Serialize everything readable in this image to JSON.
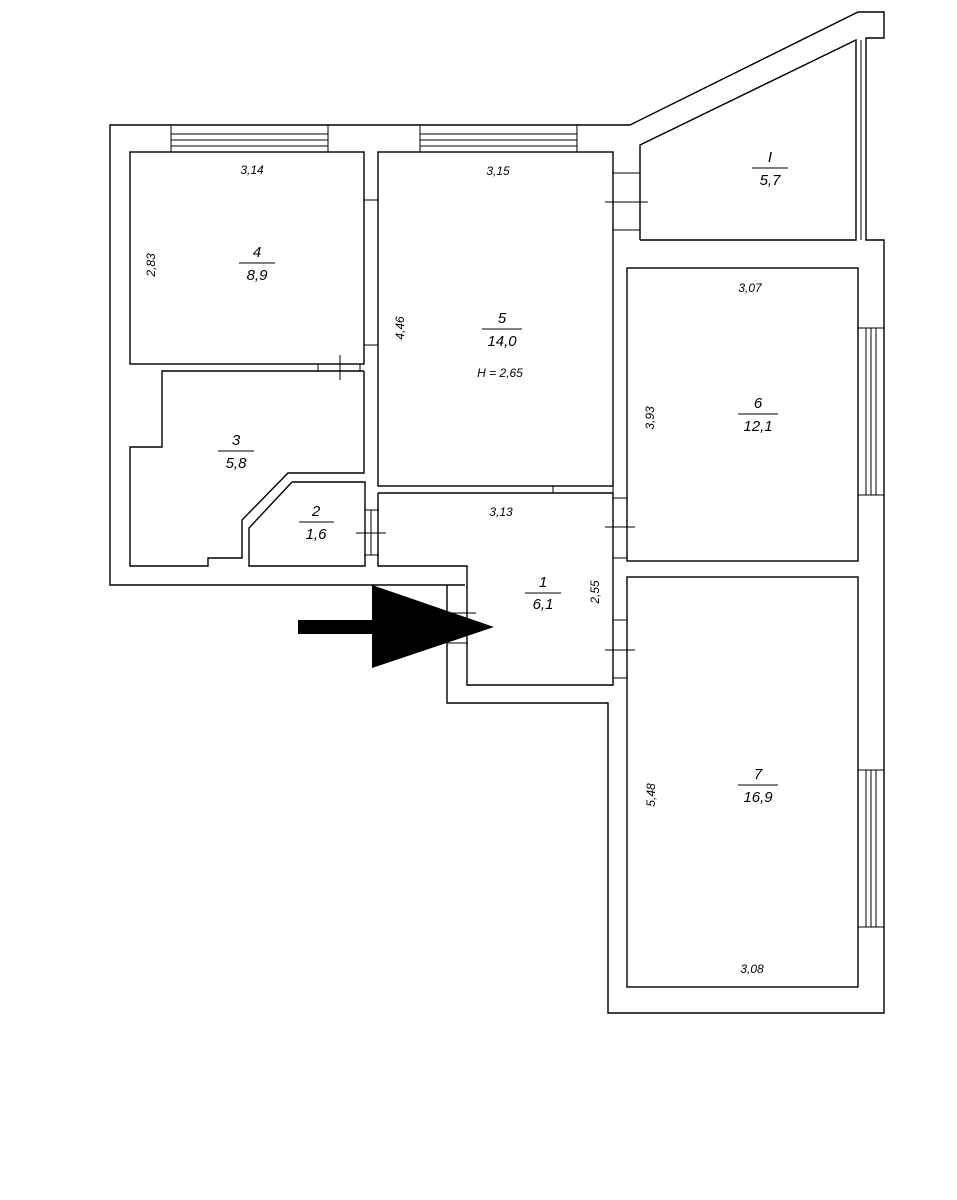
{
  "plan": {
    "rooms": [
      {
        "id": "balcony",
        "number": "I",
        "area": "5,7"
      },
      {
        "id": "hall",
        "number": "1",
        "area": "6,1",
        "dims": [
          "2,55"
        ]
      },
      {
        "id": "bathroom",
        "number": "2",
        "area": "1,6"
      },
      {
        "id": "corridor",
        "number": "3",
        "area": "5,8"
      },
      {
        "id": "bedroom-a",
        "number": "4",
        "area": "8,9",
        "dims": [
          "3,14",
          "2,83"
        ]
      },
      {
        "id": "living",
        "number": "5",
        "area": "14,0",
        "dims": [
          "3,15",
          "4,46",
          "3,13"
        ]
      },
      {
        "id": "bedroom-b",
        "number": "6",
        "area": "12,1",
        "dims": [
          "3,07",
          "3,93"
        ]
      },
      {
        "id": "kitchen",
        "number": "7",
        "area": "16,9",
        "dims": [
          "5,48",
          "3,08"
        ]
      }
    ],
    "ceiling_height": "H = 2,65"
  }
}
